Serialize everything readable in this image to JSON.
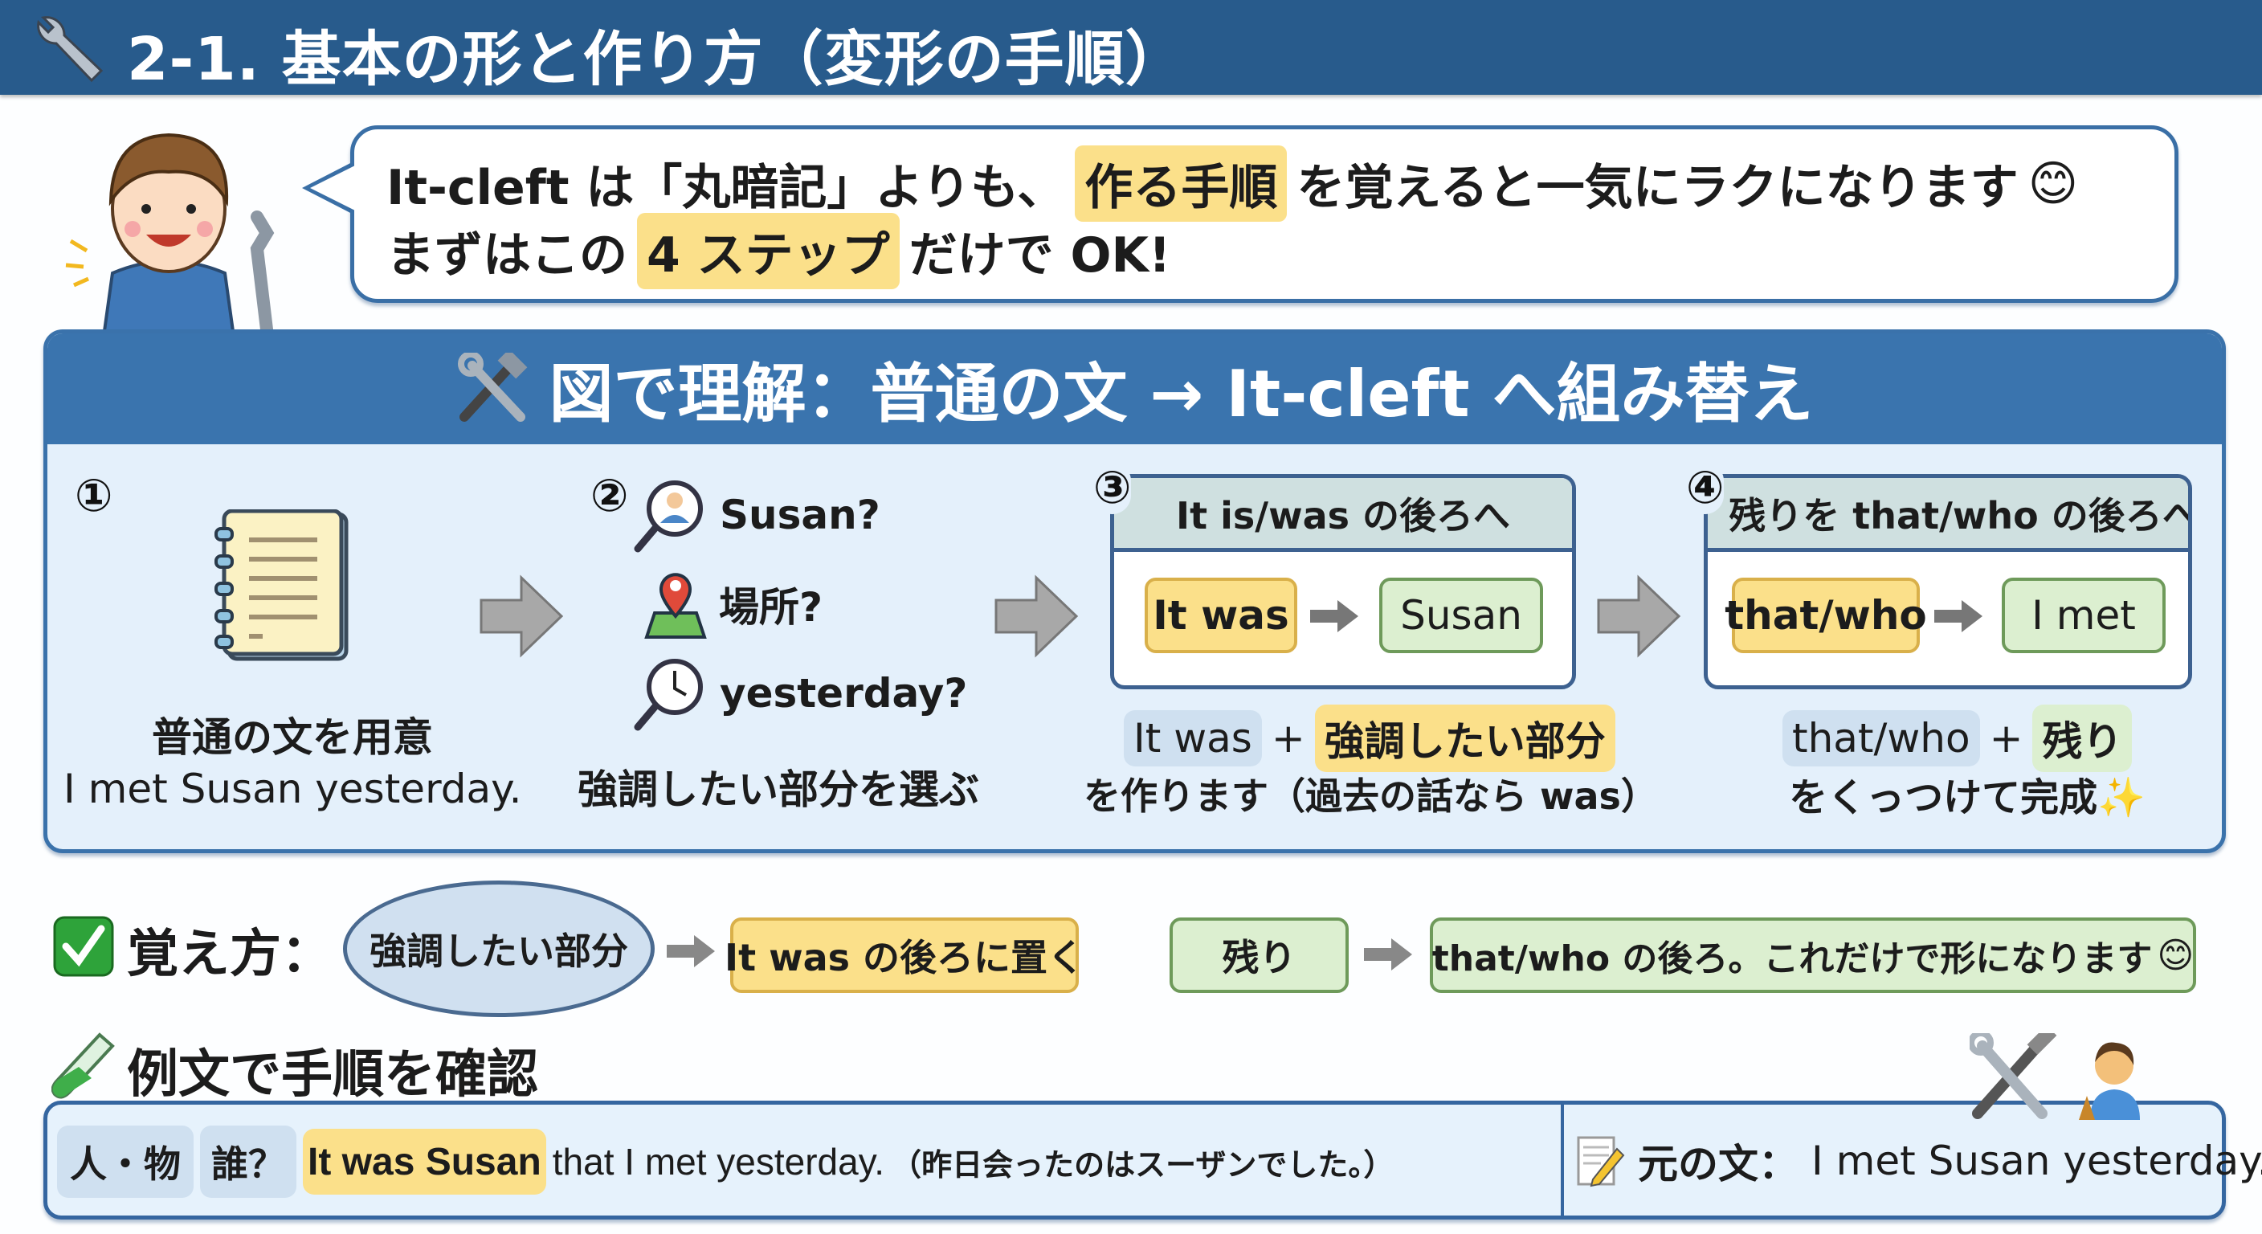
{
  "header": {
    "title": "2-1. 基本の形と作り方（変形の手順）",
    "icon": "wrench-icon"
  },
  "bubble": {
    "line1_pre": "It-cleft は「丸暗記」よりも、",
    "line1_hl": "作る手順",
    "line1_post": "を覚えると一気にラクになります",
    "line1_emoji": "😊",
    "line2_pre": "まずはこの",
    "line2_hl": "4 ステップ",
    "line2_post": "だけで OK!"
  },
  "panel": {
    "title": "図で理解：普通の文 → It-cleft へ組み替え",
    "icon": "hammer-wrench-icon",
    "step1": {
      "num": "①",
      "caption": "普通の文を用意",
      "sentence": "I met Susan yesterday.",
      "icon": "notebook-icon"
    },
    "step2": {
      "num": "②",
      "items": [
        {
          "label": "Susan?",
          "icon": "person-search-icon"
        },
        {
          "label": "場所?",
          "icon": "map-pin-icon"
        },
        {
          "label": "yesterday?",
          "icon": "clock-search-icon"
        }
      ],
      "caption": "強調したい部分を選ぶ"
    },
    "step3": {
      "num": "③",
      "head": "It is/was の後ろへ",
      "chip_a": "It was",
      "chip_b": "Susan",
      "formula_a": "It was",
      "plus": "+",
      "formula_b": "強調したい部分",
      "caption": "を作ります（過去の話なら was）"
    },
    "step4": {
      "num": "④",
      "head": "残りを that/who の後ろへ",
      "chip_a": "that/who",
      "chip_b": "I met",
      "formula_a": "that/who",
      "plus": "+",
      "formula_b": "残り",
      "caption": "をくっつけて完成",
      "sparkle": "✨"
    }
  },
  "memo": {
    "label": "覚え方：",
    "oval": "強調したい部分",
    "box1": "It was の後ろに置く",
    "box2": "残り",
    "box3": "that/who の後ろ。これだけで形になります",
    "emoji": "😊"
  },
  "example": {
    "heading": "例文で手順を確認",
    "tag1": "人・物",
    "tag2": "誰？",
    "highlight": "It was Susan",
    "rest": "that I met yesterday.",
    "translation": "（昨日会ったのはスーザンでした。）",
    "original_label": "元の文：",
    "original": "I met Susan yesterday."
  },
  "colors": {
    "header": "#285b8c",
    "panel": "#3a74ae",
    "yellow": "#fbe08a",
    "green": "#dcefd0",
    "blue_chip": "#cfe0f0"
  }
}
